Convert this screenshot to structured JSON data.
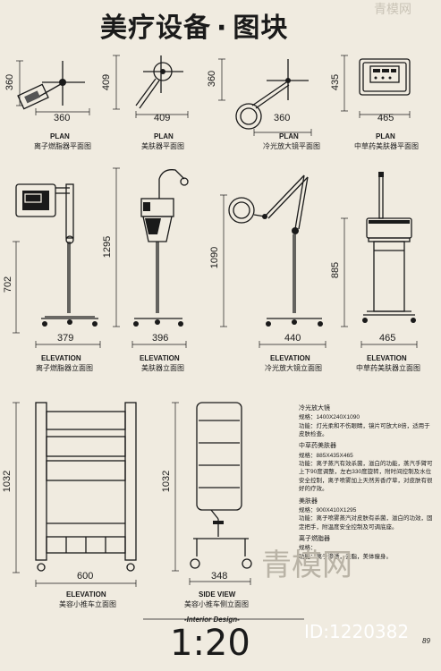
{
  "title": {
    "main": "美疗设备",
    "dot": "·",
    "sub": "图块"
  },
  "watermark_top": "青模网",
  "plans": [
    {
      "label_en": "PLAN",
      "label_cn": "离子燃脂器平面图",
      "dim_h": "360",
      "dim_w": "360"
    },
    {
      "label_en": "PLAN",
      "label_cn": "美肤器平面图",
      "dim_h": "409",
      "dim_w": "409"
    },
    {
      "label_en": "PLAN",
      "label_cn": "冷光放大镜平面图",
      "dim_h": "360",
      "dim_w": "360"
    },
    {
      "label_en": "PLAN",
      "label_cn": "中草药美肤器平面图",
      "dim_h": "435",
      "dim_w": "465"
    }
  ],
  "elevations": [
    {
      "label_en": "ELEVATION",
      "label_cn": "离子燃脂器立面图",
      "dim_h": "702",
      "dim_w": "379"
    },
    {
      "label_en": "ELEVATION",
      "label_cn": "美肤器立面图",
      "dim_h": "1295",
      "dim_w": "396"
    },
    {
      "label_en": "ELEVATION",
      "label_cn": "冷光放大镜立面图",
      "dim_h": "1090",
      "dim_w": "440"
    },
    {
      "label_en": "ELEVATION",
      "label_cn": "中草药美肤器立面图",
      "dim_h": "885",
      "dim_w": "465"
    }
  ],
  "cart_elev": {
    "label_en": "ELEVATION",
    "label_cn": "美容小推车立面图",
    "dim_h": "1032",
    "dim_w": "600"
  },
  "cart_side": {
    "label_en": "SIDE VIEW",
    "label_cn": "美容小推车侧立面图",
    "dim_h": "1032",
    "dim_w": "348"
  },
  "notes": [
    {
      "heading": "冷光放大镜",
      "spec": "规格：1400X240X1090",
      "func": "功能：灯光柔和不伤眼睛，镜片可放大8倍，适用于皮肤检查。"
    },
    {
      "heading": "中草药美肤器",
      "spec": "规格：885X435X465",
      "func": "功能：离子蒸汽有效杀菌，滋白的功能，蒸汽手臂可上下90度调整，左右330度旋转，附时间控制及水位安全控制，离子喷雾加上天然芳香疗草，对皮肤有很好的疗效。"
    },
    {
      "heading": "美肤器",
      "spec": "规格：900X410X1295",
      "func": "功能：离子喷雾蒸汽对皮肤有杀菌，滋白的功效，固定把手，附温度安全控制及可调底座。"
    },
    {
      "heading": "离子燃脂器",
      "spec": "规格：",
      "func": "功能：离子渗透，去脂，美体瘦身。"
    }
  ],
  "footer": {
    "design": "-Interior Design-",
    "scale": "1:20",
    "page": "89",
    "id": "ID:1220382"
  },
  "watermark": "青模网"
}
